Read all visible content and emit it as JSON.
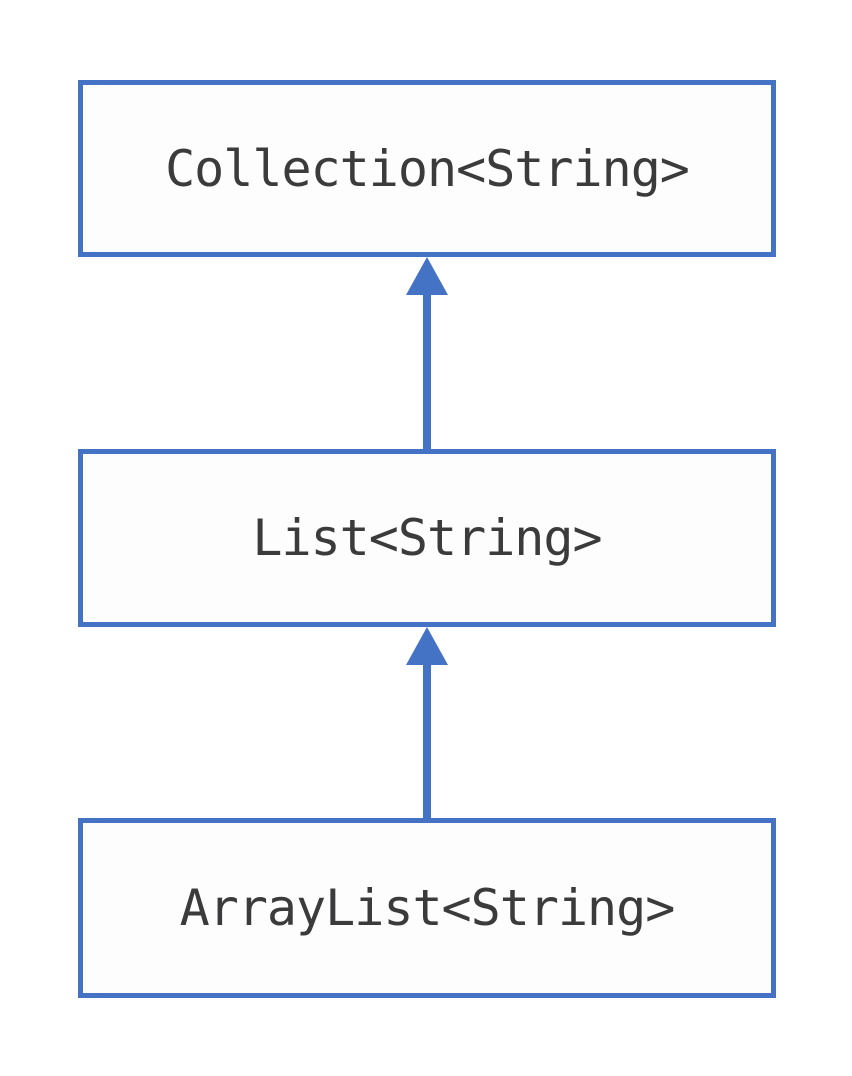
{
  "diagram": {
    "type": "class-hierarchy",
    "direction": "bottom-to-top",
    "nodes": [
      {
        "id": "collection",
        "label": "Collection<String>"
      },
      {
        "id": "list",
        "label": "List<String>"
      },
      {
        "id": "arraylist",
        "label": "ArrayList<String>"
      }
    ],
    "edges": [
      {
        "from": "list",
        "to": "collection",
        "style": "solid-line-filled-arrowhead-up"
      },
      {
        "from": "arraylist",
        "to": "list",
        "style": "solid-line-filled-arrowhead-up"
      }
    ],
    "colors": {
      "accent": "#4472C4",
      "text": "#3b3b3b",
      "node_bg": "#fdfdfe",
      "page_bg": "#ffffff"
    }
  }
}
